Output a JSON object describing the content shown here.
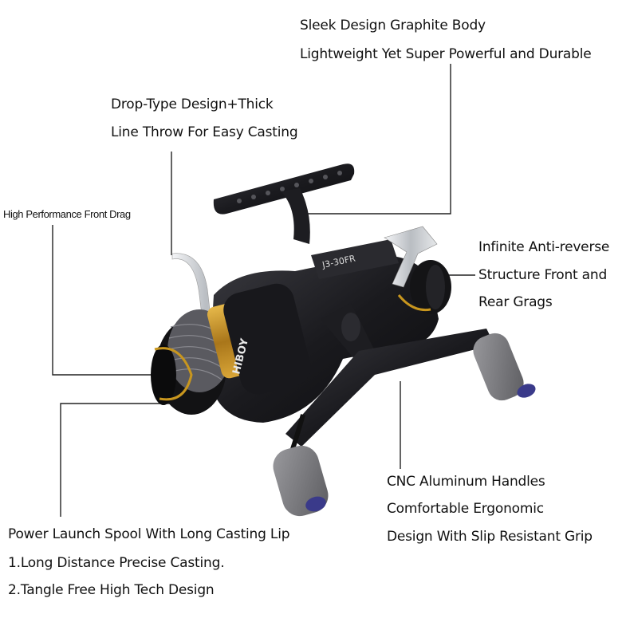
{
  "callouts": {
    "body": {
      "line1": "Sleek Design Graphite Body",
      "line2": "Lightweight Yet Super Powerful and Durable"
    },
    "drop": {
      "line1": "Drop-Type Design+Thick",
      "line2": "Line Throw For Easy Casting"
    },
    "drag": {
      "line1": "High Performance Front Drag"
    },
    "antireverse": {
      "line1": "Infinite Anti-reverse",
      "line2": "Structure Front and",
      "line3": "Rear Grags"
    },
    "handles": {
      "line1": "CNC Aluminum Handles",
      "line2": "Comfortable Ergonomic",
      "line3": "Design With Slip Resistant Grip"
    },
    "spool": {
      "line1": "Power Launch Spool With Long Casting Lip",
      "line2": "1.Long Distance Precise Casting.",
      "line3": "2.Tangle Free High Tech Design"
    }
  },
  "product_marks": {
    "model": "J3-30FR",
    "brand": "HIBOY"
  },
  "colors": {
    "reel_body": "#1c1c20",
    "accent_gold": "#c8961e",
    "handle_grip": "#7a7a7e",
    "chrome": "#cfd2d6",
    "leader_line": "#222222"
  }
}
